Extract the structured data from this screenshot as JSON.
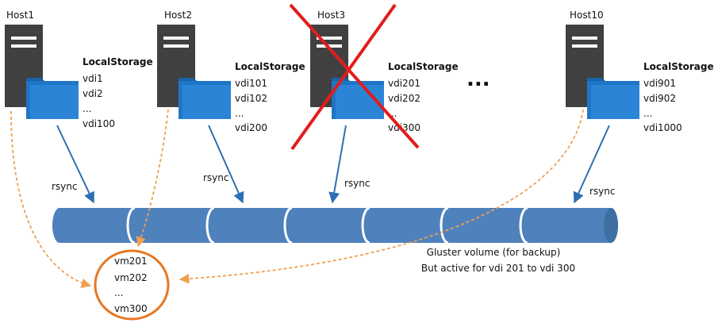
{
  "hosts": [
    {
      "name": "Host1",
      "storage_label": "LocalStorage",
      "vdis": [
        "vdi1",
        "vdi2",
        "...",
        "vdi100"
      ],
      "failed": false
    },
    {
      "name": "Host2",
      "storage_label": "LocalStorage",
      "vdis": [
        "vdi101",
        "vdi102",
        "...",
        "vdi200"
      ],
      "failed": false
    },
    {
      "name": "Host3",
      "storage_label": "LocalStorage",
      "vdis": [
        "vdi201",
        "vdi202",
        "...",
        "vdi300"
      ],
      "failed": true
    },
    {
      "name": "Host10",
      "storage_label": "LocalStorage",
      "vdis": [
        "vdi901",
        "vdi902",
        "...",
        "vdi1000"
      ],
      "failed": false
    }
  ],
  "ellipsis": "...",
  "rsync_label": "rsync",
  "volume": {
    "caption_line1": "Gluster volume (for backup)",
    "caption_line2": "But active for vdi 201 to vdi 300"
  },
  "vm_group": [
    "vm201",
    "vm202",
    "...",
    "vm300"
  ],
  "colors": {
    "server": "#404040",
    "server_slot": "#ffffff",
    "folder": "#1f76c7",
    "folder_back": "#1a62a8",
    "pipe": "#4f81bd",
    "pipe_dark": "#3e6fa3",
    "arrow": "#2e6fb3",
    "failover": "#f0a050",
    "vm_circle": "#e87722",
    "cross": "#e31c1c"
  }
}
